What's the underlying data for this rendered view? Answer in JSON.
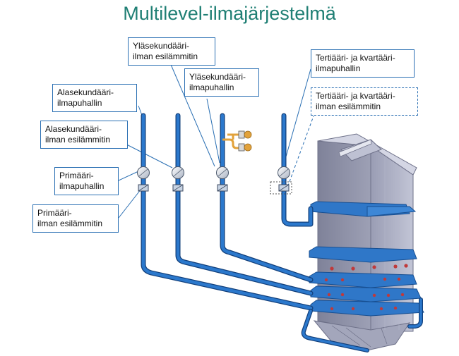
{
  "title": "Multilevel-ilmajärjestelmä",
  "labels": {
    "upper_secondary_preheater": "Yläsekundääri-\nilman esilämmitin",
    "upper_secondary_fan": "Yläsekundääri-\nilmapuhallin",
    "lower_secondary_fan": "Alasekundääri-\nilmapuhallin",
    "lower_secondary_preheater": "Alasekundääri-\nilman esilämmitin",
    "primary_fan": "Primääri-\nilmapuhallin",
    "primary_preheater": "Primääri-\nilman esilämmitin",
    "tertiary_fan": "Tertiääri- ja kvartääri-\nilmapuhallin",
    "tertiary_preheater": "Tertiääri- ja kvartääri-\nilman esilämmitin"
  },
  "colors": {
    "title": "#1f7f74",
    "duct": "#1f66b8",
    "leader": "#2a6fb3",
    "boiler": "#8d90a8",
    "burner_dot": "#c0393a",
    "heater": "#e2a23b"
  }
}
